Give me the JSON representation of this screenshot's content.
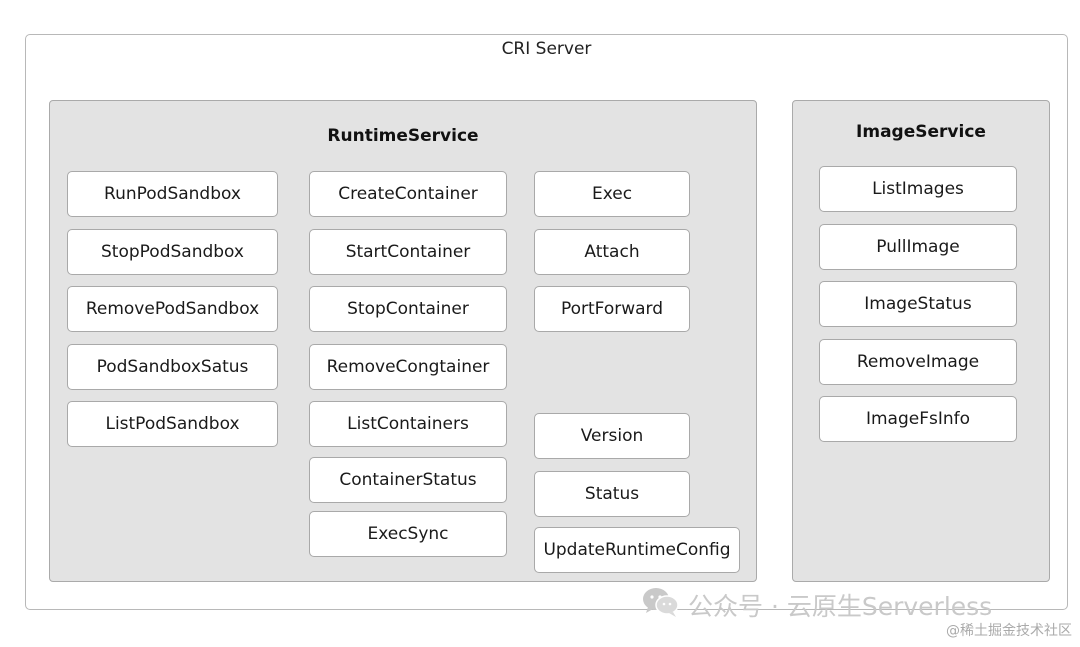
{
  "diagram": {
    "title": "CRI Server",
    "runtime_service": {
      "title": "RuntimeService",
      "col1": [
        "RunPodSandbox",
        "StopPodSandbox",
        "RemovePodSandbox",
        "PodSandboxSatus",
        "ListPodSandbox"
      ],
      "col2": [
        "CreateContainer",
        "StartContainer",
        "StopContainer",
        "RemoveCongtainer",
        "ListContainers",
        "ContainerStatus",
        "ExecSync"
      ],
      "col3_top": [
        "Exec",
        "Attach",
        "PortForward"
      ],
      "col3_bottom": [
        "Version",
        "Status",
        "UpdateRuntimeConfig"
      ]
    },
    "image_service": {
      "title": "ImageService",
      "items": [
        "ListImages",
        "PullImage",
        "ImageStatus",
        "RemoveImage",
        "ImageFsInfo"
      ]
    }
  },
  "watermark": {
    "icon": "wechat-icon",
    "text": "公众号 · 云原生Serverless"
  },
  "credit": "@稀土掘金技术社区"
}
